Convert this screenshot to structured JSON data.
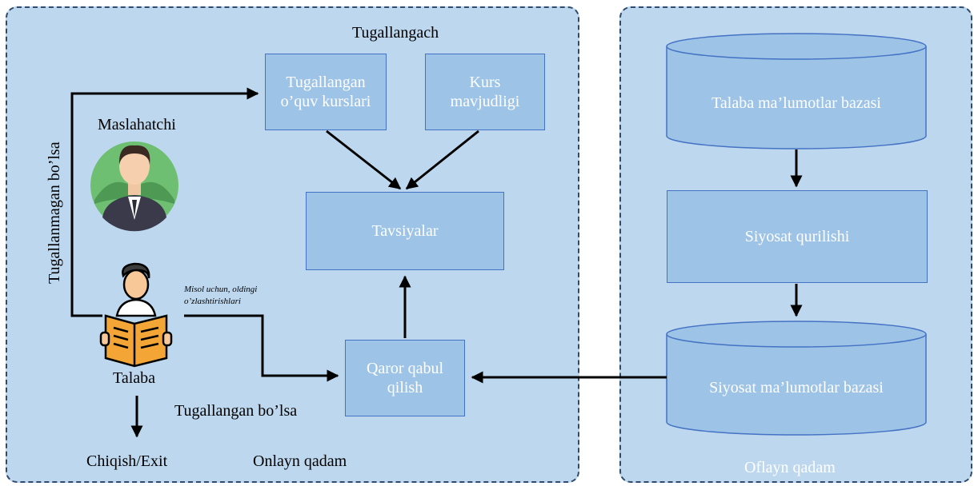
{
  "online": {
    "top_label": "Tugallangach",
    "courses_box": "Tugallangan o’quv kurslari",
    "availability_box": "Kurs mavjudligi",
    "recommendations_box": "Tavsiyalar",
    "decision_box": "Qaror qabul qilish",
    "advisor_label": "Maslahatchi",
    "student_label": "Talaba",
    "not_completed_label": "Tugallanmagan bo’lsa",
    "completed_label": "Tugallangan bo’lsa",
    "example_note": "Misol uchun, oldingi o’zlashtirishlari",
    "exit_label": "Chiqish/Exit",
    "step_label": "Onlayn qadam"
  },
  "offline": {
    "student_db": "Talaba ma’lumotlar bazasi",
    "policy_build": "Siyosat qurilishi",
    "policy_db": "Siyosat ma’lumotlar bazasi",
    "step_label": "Oflayn qadam"
  },
  "colors": {
    "panel_fill": "#bdd7ee",
    "box_fill": "#9dc3e6",
    "box_border": "#4472c4"
  }
}
